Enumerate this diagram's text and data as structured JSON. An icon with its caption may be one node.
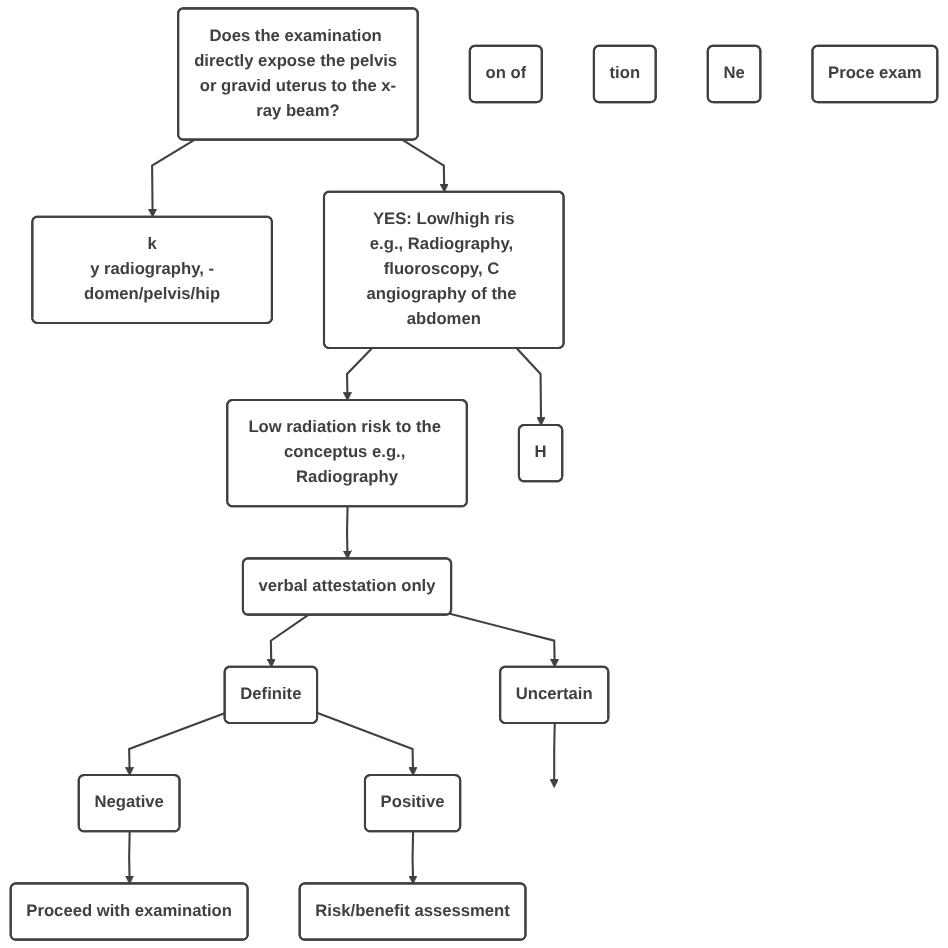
{
  "diagram": {
    "nodes": [
      {
        "text": [
          "Does the examination directly expose the pelvis or gravid uterus to the x-ray beam?"
        ]
      },
      {
        "text": [
          "k",
          "y radiography, -domen/pelvis/hip"
        ]
      },
      {
        "text": [
          "on of"
        ]
      },
      {
        "text": [
          "tion"
        ]
      },
      {
        "text": [
          "YES: Low/high ris",
          "e.g., Radiography, fluoroscopy, C angiography of the abdomen"
        ]
      },
      {
        "text": [
          "Low radiation risk to the conceptus e.g., Radiography"
        ]
      },
      {
        "text": [
          "H"
        ]
      },
      {
        "text": [
          "verbal attestation only"
        ]
      },
      {
        "text": [
          "Definite"
        ]
      },
      {
        "text": [
          "Uncertain"
        ]
      },
      {
        "text": [
          "Ne"
        ]
      },
      {
        "text": [
          "Negative"
        ]
      },
      {
        "text": [
          "Positive"
        ]
      },
      {
        "text": [
          "Proce exam"
        ]
      },
      {
        "text": [
          "Proceed with examination"
        ]
      },
      {
        "text": [
          "Risk/benefit assessment"
        ]
      }
    ],
    "edges": [
      {
        "from": 0,
        "to": 1,
        "arrow": "to"
      },
      {
        "from": 0,
        "to": 4,
        "arrow": "to"
      },
      {
        "from": 4,
        "to": 5,
        "arrow": "to"
      },
      {
        "from": 4,
        "to": 6,
        "arrow": "to"
      },
      {
        "from": 5,
        "to": 7,
        "arrow": "to"
      },
      {
        "from": 7,
        "to": 8,
        "arrow": "to"
      },
      {
        "from": 7,
        "to": 9,
        "arrow": "to"
      },
      {
        "from": 9,
        "to": null,
        "arrow": "to"
      },
      {
        "from": 8,
        "to": 11,
        "arrow": "to"
      },
      {
        "from": 8,
        "to": 12,
        "arrow": "to"
      },
      {
        "from": 11,
        "to": 14,
        "arrow": "to"
      },
      {
        "from": 12,
        "to": 15,
        "arrow": "to"
      }
    ]
  }
}
